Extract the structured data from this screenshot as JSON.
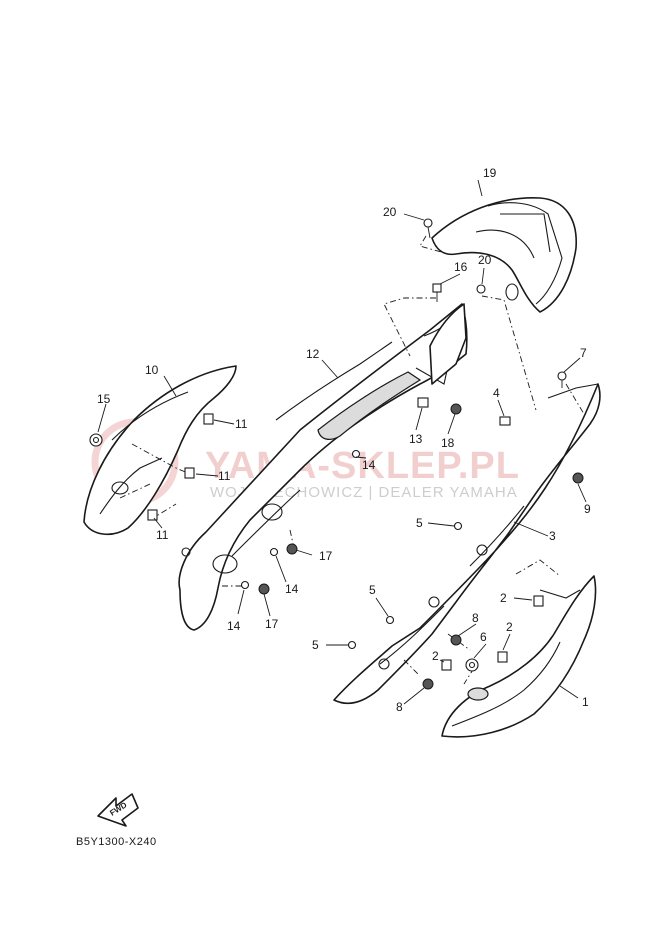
{
  "diagram": {
    "code": "B5Y1300-X240",
    "fwd_label": "FWD",
    "callouts": {
      "c1": "1",
      "c2a": "2",
      "c2b": "2",
      "c2c": "2",
      "c3": "3",
      "c4": "4",
      "c5a": "5",
      "c5b": "5",
      "c5c": "5",
      "c6": "6",
      "c7": "7",
      "c8a": "8",
      "c8b": "8",
      "c9": "9",
      "c10": "10",
      "c11a": "11",
      "c11b": "11",
      "c11c": "11",
      "c12": "12",
      "c13": "13",
      "c14a": "14",
      "c14b": "14",
      "c14c": "14",
      "c15": "15",
      "c16": "16",
      "c17a": "17",
      "c17b": "17",
      "c18": "18",
      "c19": "19",
      "c20a": "20",
      "c20b": "20"
    }
  },
  "watermark": {
    "title": "YAMA-SKLEP.PL",
    "subtitle": "WOJ. CIECHOWICZ | DEALER YAMAHA"
  }
}
